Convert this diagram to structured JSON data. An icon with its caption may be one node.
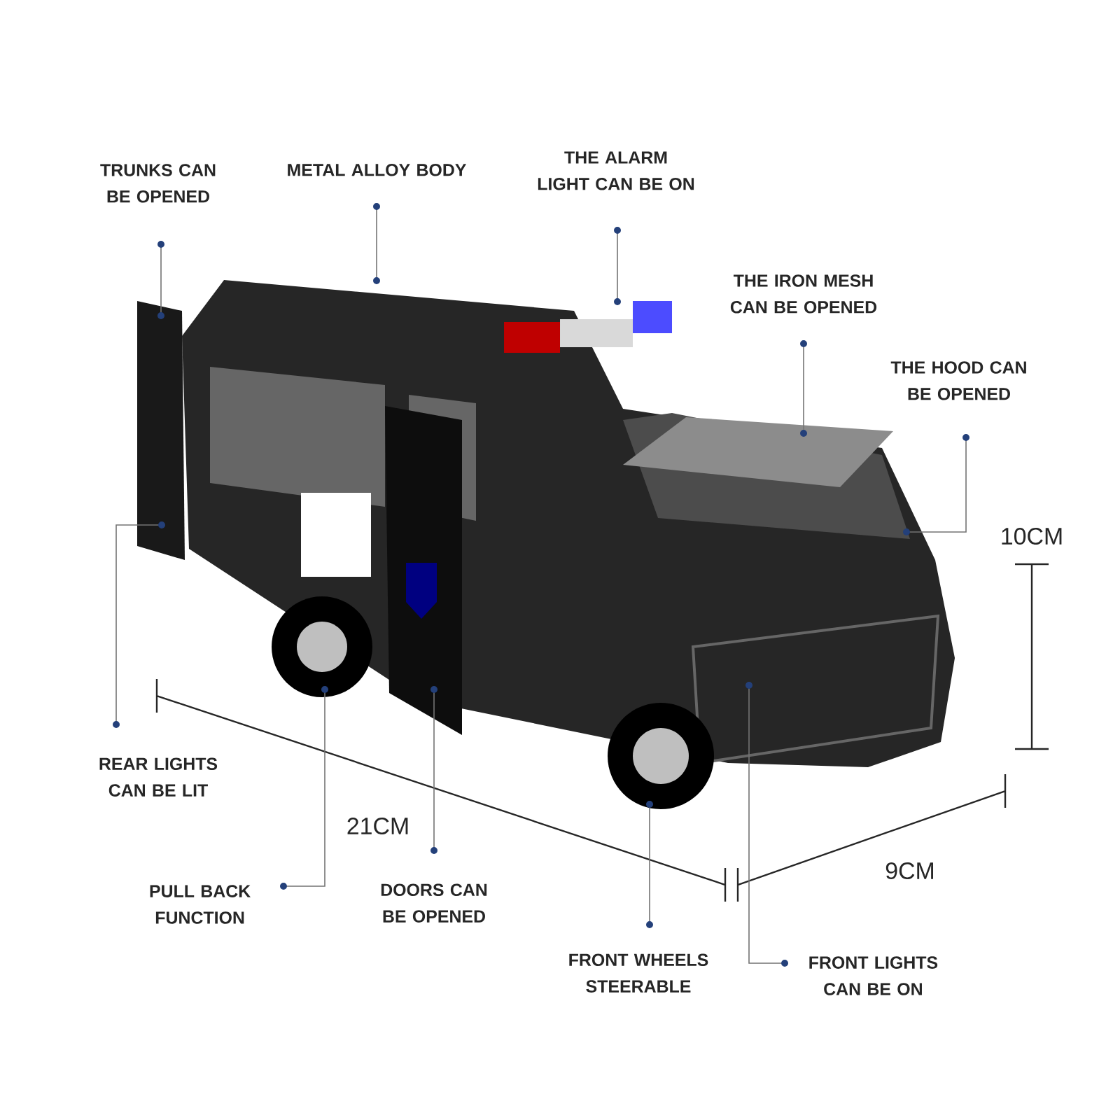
{
  "diagram": {
    "nodes": [
      {
        "text": [
          "TRUNKS CAN BE OPENED"
        ]
      },
      {
        "text": [
          "METAL ALLOY BODY"
        ]
      },
      {
        "text": [
          "THE ALARM LIGHT CAN BE ON"
        ]
      },
      {
        "text": [
          "THE IRON MESH CAN BE OPENED"
        ]
      },
      {
        "text": [
          "THE HOOD CAN BE OPENED"
        ]
      },
      {
        "text": [
          "REAR LIGHTS CAN BE LIT"
        ]
      },
      {
        "text": [
          "PULL BACK FUNCTION"
        ]
      },
      {
        "text": [
          "DOORS CAN BE OPENED"
        ]
      },
      {
        "text": [
          "FRONT WHEELS STEERABLE"
        ]
      },
      {
        "text": [
          "FRONT LIGHTS CAN BE ON"
        ]
      }
    ],
    "edges": [
      {
        "from": 0,
        "to": null,
        "arrow": "other"
      },
      {
        "from": 1,
        "to": null,
        "arrow": "other"
      },
      {
        "from": 2,
        "to": null,
        "arrow": "other"
      },
      {
        "from": 3,
        "to": null,
        "arrow": "other"
      },
      {
        "from": 4,
        "to": null,
        "arrow": "other"
      },
      {
        "from": 5,
        "to": null,
        "arrow": "other"
      },
      {
        "from": 6,
        "to": null,
        "arrow": "other"
      },
      {
        "from": 7,
        "to": null,
        "arrow": "other"
      },
      {
        "from": 8,
        "to": null,
        "arrow": "other"
      },
      {
        "from": 9,
        "to": null,
        "arrow": "other"
      }
    ],
    "labels": [
      "10CM",
      "21CM",
      "9CM"
    ]
  }
}
